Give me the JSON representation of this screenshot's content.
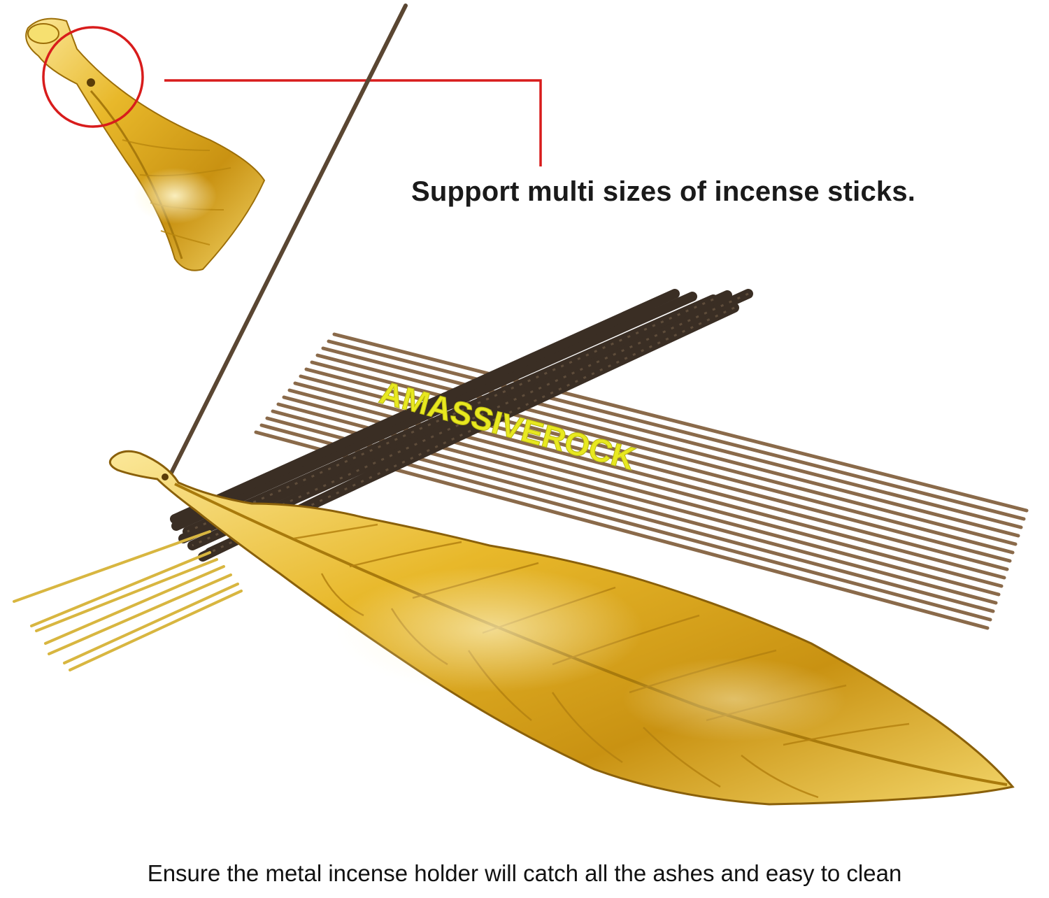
{
  "callout": {
    "text": "Support multi sizes of incense sticks."
  },
  "watermark": {
    "text": "AMASSIVEROCK"
  },
  "caption": {
    "text": "Ensure the metal incense holder will catch all the ashes and easy to clean"
  },
  "colors": {
    "background": "#ffffff",
    "gold": "#e2b020",
    "gold_dark": "#9c6e08",
    "gold_light": "#fbe89a",
    "callout_red": "#d81c1c",
    "watermark_yellow": "#e8e820",
    "stick_brown": "#8a6a4a",
    "stick_dark": "#3a2e24",
    "stick_bamboo": "#d8b640"
  }
}
